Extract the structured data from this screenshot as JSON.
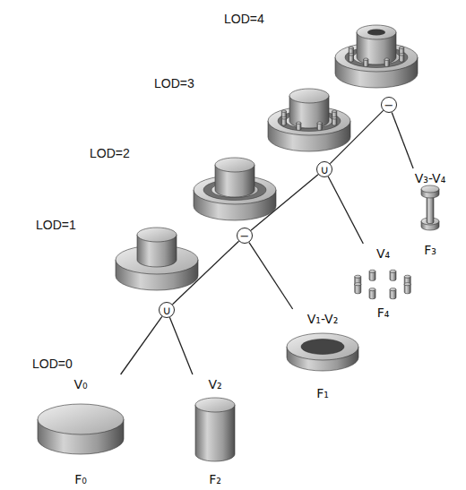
{
  "diagram": {
    "nodes": [
      {
        "text": [
          "−"
        ]
      },
      {
        "text": [
          "∪"
        ]
      },
      {
        "text": [
          "V₃-V₄",
          "F₃"
        ]
      },
      {
        "text": [
          "−"
        ]
      },
      {
        "text": [
          "V₄",
          "F₄"
        ]
      },
      {
        "text": [
          "∪"
        ]
      },
      {
        "text": [
          "V₁-V₂",
          "F₁"
        ]
      },
      {
        "text": [
          "V₀",
          "F₀"
        ]
      },
      {
        "text": [
          "V₂",
          "F₂"
        ]
      }
    ],
    "edges": [
      {
        "from": 0,
        "to": 1,
        "arrow": "none"
      },
      {
        "from": 0,
        "to": 2,
        "arrow": "none"
      },
      {
        "from": 1,
        "to": 3,
        "arrow": "none"
      },
      {
        "from": 1,
        "to": 4,
        "arrow": "none"
      },
      {
        "from": 3,
        "to": 5,
        "arrow": "none"
      },
      {
        "from": 3,
        "to": 6,
        "arrow": "none"
      },
      {
        "from": 5,
        "to": 7,
        "arrow": "none"
      },
      {
        "from": 5,
        "to": 8,
        "arrow": "none"
      }
    ],
    "labels": [
      "LOD=4",
      "LOD=3",
      "LOD=2",
      "LOD=1",
      "LOD=0"
    ]
  }
}
